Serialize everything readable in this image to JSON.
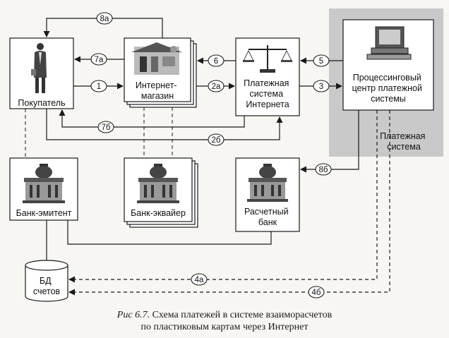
{
  "nodes": {
    "buyer": "Покупатель",
    "shop": [
      "Интернет-",
      "магазин"
    ],
    "payment_system": [
      "Платежная",
      "система",
      "Интернета"
    ],
    "processing": [
      "Процессинговый",
      "центр платежной",
      "системы"
    ],
    "issuer": "Банк-эмитент",
    "acquirer": "Банк-эквайер",
    "settlement": [
      "Расчетный",
      "банк"
    ],
    "db": [
      "БД",
      "счетов"
    ]
  },
  "group_label": [
    "Платежная",
    "система"
  ],
  "steps": [
    "8а",
    "7а",
    "6",
    "5",
    "1",
    "2а",
    "3",
    "7б",
    "2б",
    "8б",
    "4а",
    "4б"
  ],
  "caption": {
    "fig": "Рис 6.7.",
    "line1": "Схема платежей в системе взаиморасчетов",
    "line2": "по пластиковым картам через Интернет"
  },
  "colors": {
    "shade": "#c9c9c9",
    "line": "#1a1a1a",
    "box": "#ffffff"
  }
}
